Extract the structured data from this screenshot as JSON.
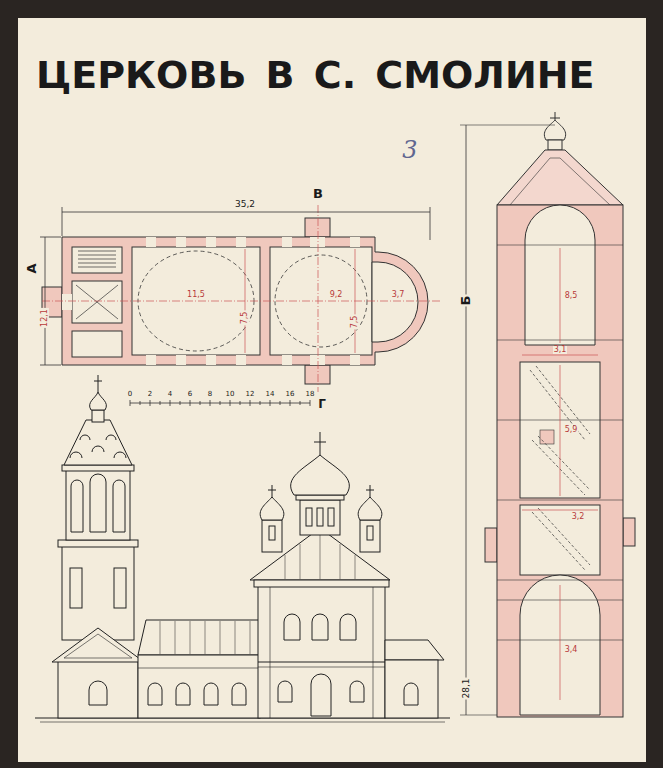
{
  "diagram": {
    "title": "ЦЕРКОВЬ В С. СМОЛИНЕ",
    "labels": [
      "3",
      "В",
      "35,2",
      "А",
      "12,1",
      "11,5",
      "7,5",
      "9,2",
      "7,5",
      "3,7",
      "Б",
      "0",
      "2",
      "4",
      "6",
      "8",
      "10",
      "12",
      "14",
      "16",
      "18",
      "Г",
      "8,5",
      "3,1",
      "5,9",
      "3,2",
      "3,4",
      "28,1"
    ]
  }
}
